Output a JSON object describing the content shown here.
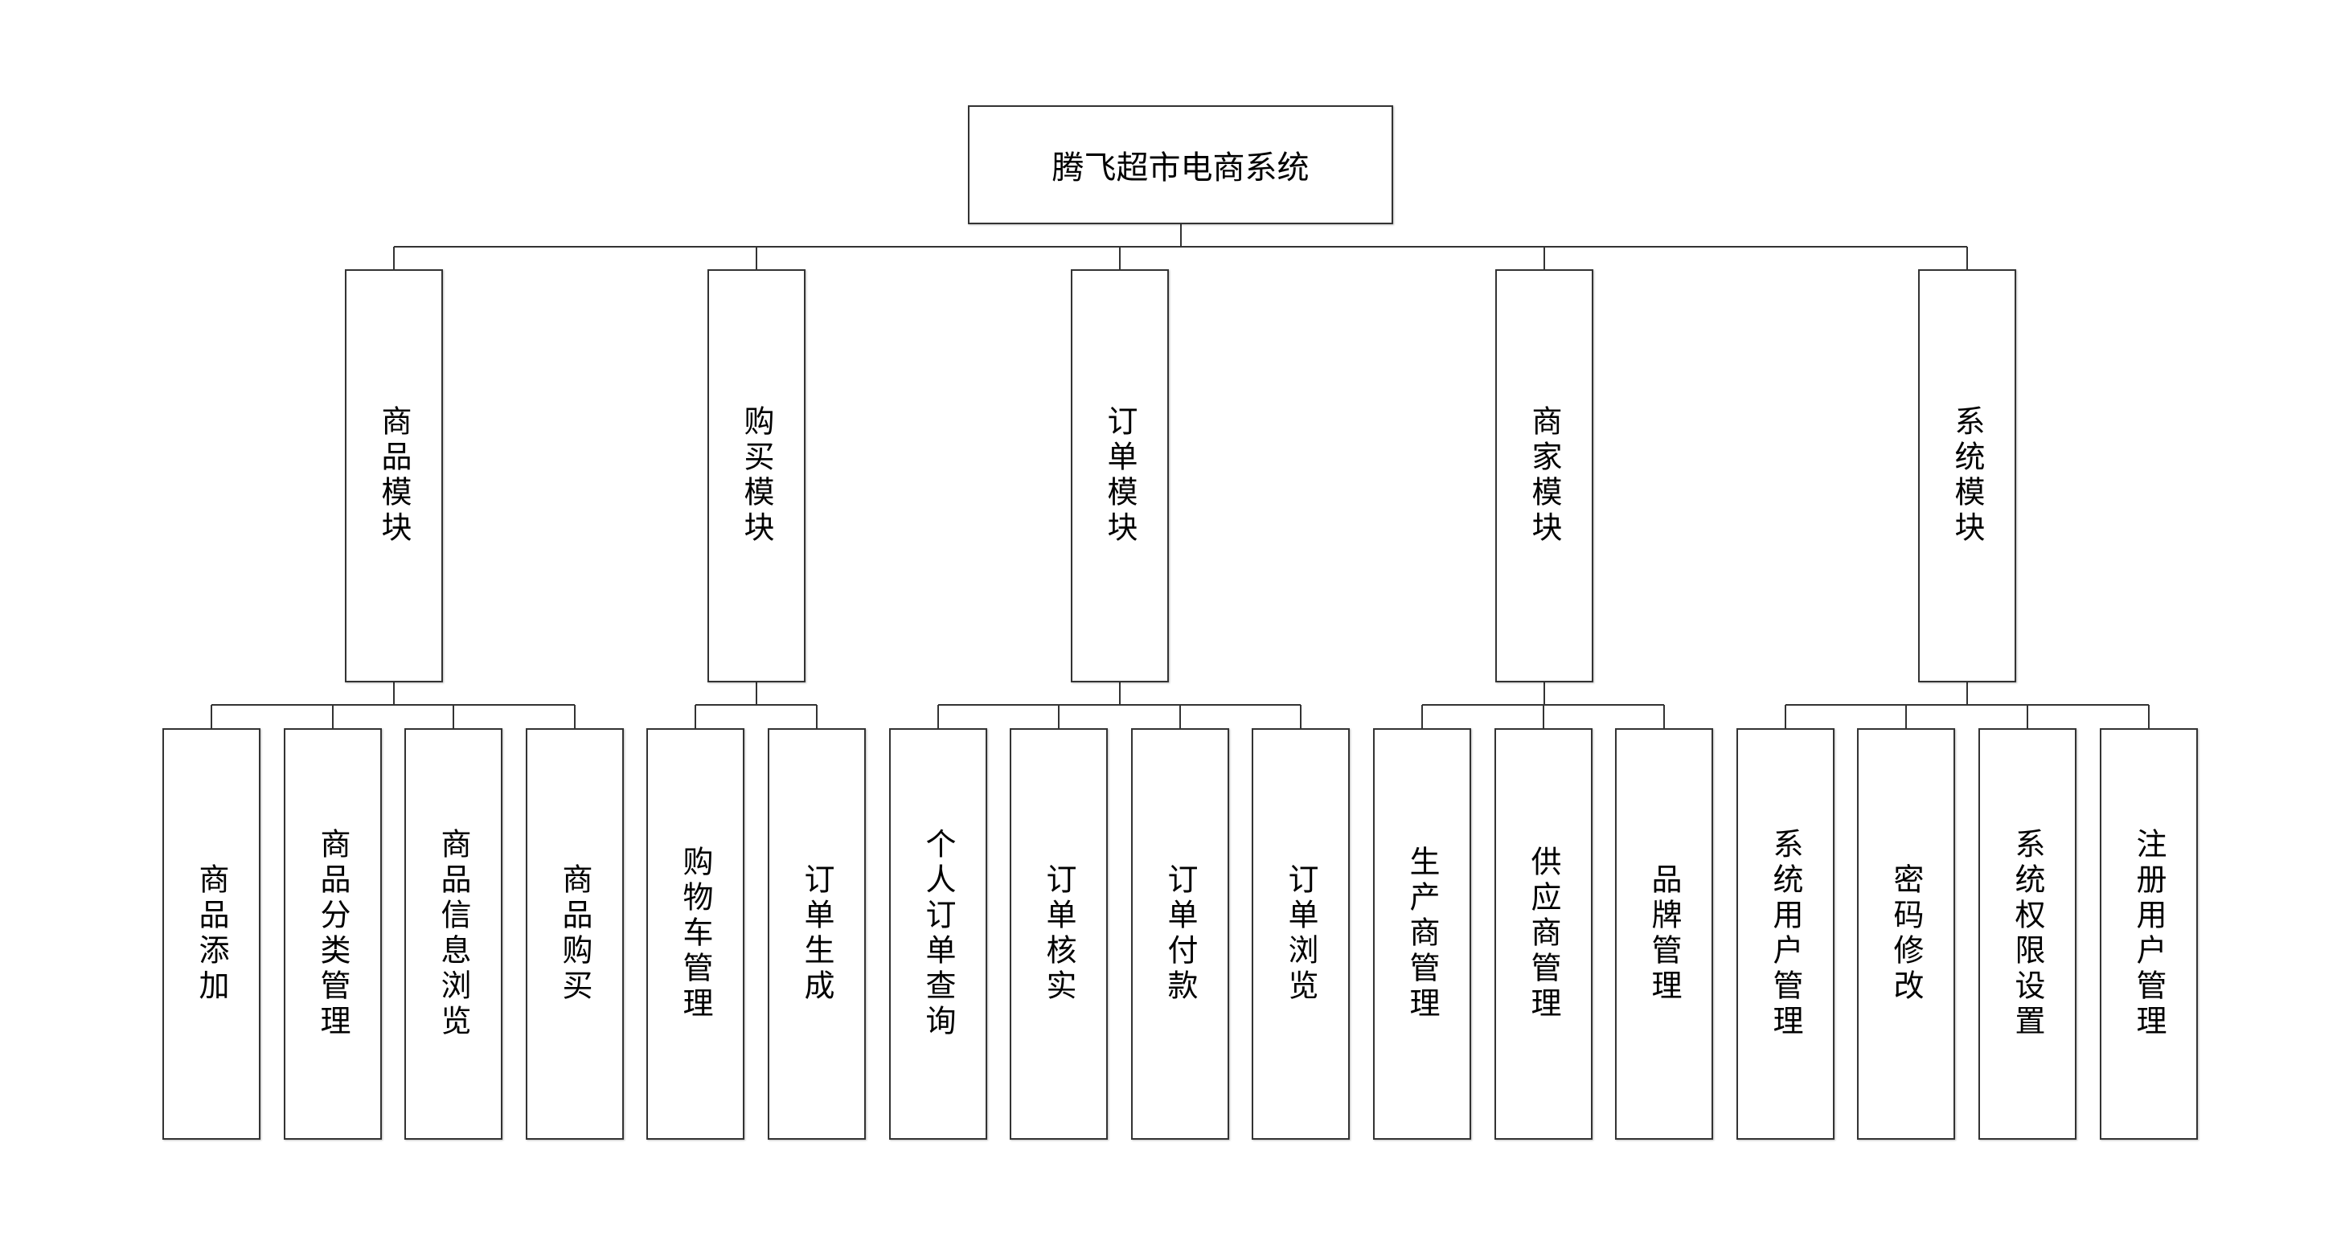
{
  "root": {
    "label": "腾飞超市电商系统"
  },
  "modules": [
    {
      "label": "商品模块",
      "children": [
        "商品添加",
        "商品分类管理",
        "商品信息浏览",
        "商品购买"
      ]
    },
    {
      "label": "购买模块",
      "children": [
        "购物车管理",
        "订单生成"
      ]
    },
    {
      "label": "订单模块",
      "children": [
        "个人订单查询",
        "订单核实",
        "订单付款",
        "订单浏览"
      ]
    },
    {
      "label": "商家模块",
      "children": [
        "生产商管理",
        "供应商管理",
        "品牌管理"
      ]
    },
    {
      "label": "系统模块",
      "children": [
        "系统用户管理",
        "密码修改",
        "系统权限设置",
        "注册用户管理"
      ]
    }
  ],
  "colors": {
    "line": "#333333",
    "background": "#ffffff"
  }
}
